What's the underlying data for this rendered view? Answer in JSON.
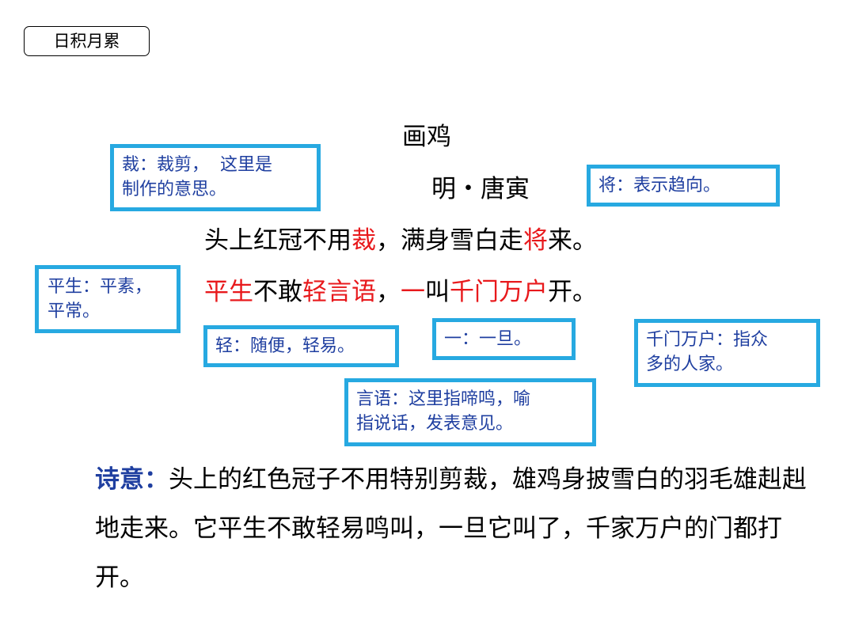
{
  "tag": "日积月累",
  "poem": {
    "title": "画鸡",
    "author": "明・唐寅",
    "line1": {
      "a": "头上红冠不用",
      "b": "裁",
      "c": "，满身雪白走",
      "d": "将",
      "e": "来。"
    },
    "line2": {
      "a": "平生",
      "b": "不敢",
      "c": "轻言语",
      "d": "，",
      "e": "一",
      "f": "叫",
      "g": "千门万户",
      "h": "开。"
    },
    "highlight_color": "#e8191c"
  },
  "notes": {
    "cai": {
      "line1": "裁：裁剪，  这里是",
      "line2": "制作的意思。"
    },
    "jiang": "将：表示趋向。",
    "pingsheng": {
      "line1": "平生：平素，",
      "line2": "平常。"
    },
    "qing": "轻：随便，轻易。",
    "yi": "一：一旦。",
    "qianmen": {
      "line1": "千门万户：指众",
      "line2": "多的人家。"
    },
    "yanyu": {
      "line1": "言语：这里指啼鸣，喻",
      "line2": "指说话，发表意见。"
    },
    "border_color": "#27a9e1",
    "text_color": "#1f3fa0"
  },
  "meaning": {
    "label": "诗意：",
    "text": "头上的红色冠子不用特别剪裁，雄鸡身披雪白的羽毛雄赳赳地走来。它平生不敢轻易鸣叫，一旦它叫了，千家万户的门都打开。"
  }
}
